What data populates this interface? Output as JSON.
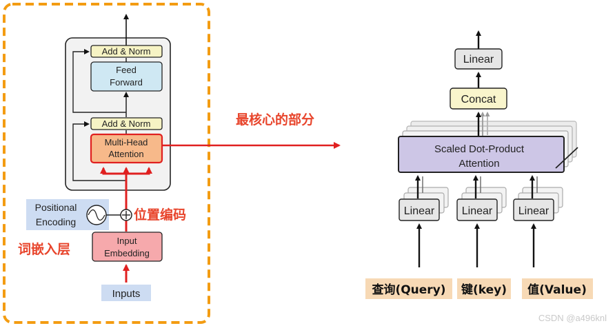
{
  "encoder": {
    "add_norm_top": "Add & Norm",
    "feed_forward_line1": "Feed",
    "feed_forward_line2": "Forward",
    "add_norm_bottom": "Add & Norm",
    "multi_head_line1": "Multi-Head",
    "multi_head_line2": "Attention",
    "positional_line1": "Positional",
    "positional_line2": "Encoding",
    "input_embedding_line1": "Input",
    "input_embedding_line2": "Embedding",
    "inputs": "Inputs"
  },
  "annotations": {
    "positional_cn": "位置编码",
    "embedding_cn": "词嵌入层",
    "core_cn": "最核心的部分"
  },
  "attention": {
    "linear_top": "Linear",
    "concat": "Concat",
    "sdpa_line1": "Scaled Dot-Product",
    "sdpa_line2": "Attention",
    "linear_q": "Linear",
    "linear_k": "Linear",
    "linear_v": "Linear",
    "label_query": "查询(Query)",
    "label_key": "键(key)",
    "label_value": "值(Value)"
  },
  "watermark": "CSDN @a496knl",
  "colors": {
    "highlight_orange": "#f39c12",
    "arrow_red": "#e02020",
    "annotation_red": "#e8452c",
    "add_norm_fill": "#f6f3c4",
    "feed_forward_fill": "#cfe8f3",
    "multi_head_fill": "#f7b98a",
    "embedding_fill": "#f6a9ac",
    "positional_fill": "#cddcf2",
    "concat_fill": "#f9f5cc",
    "sdpa_fill": "#cdc6e6",
    "label_bg": "#f7d9b5"
  }
}
